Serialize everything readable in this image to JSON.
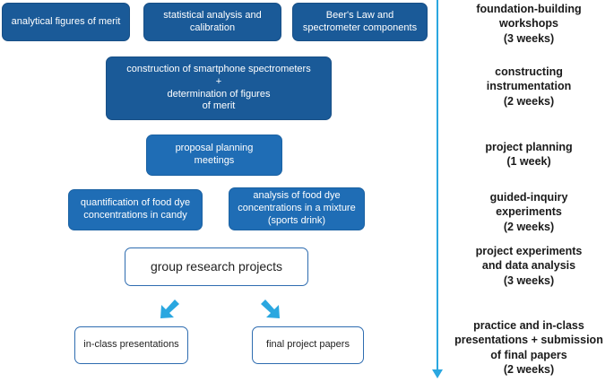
{
  "boxes": {
    "analytical_figures": "analytical figures of merit",
    "statistical_analysis": "statistical analysis and\ncalibration",
    "beers_law": "Beer's Law and\nspectrometer components",
    "construction": "construction of smartphone spectrometers\n+\ndetermination of figures\nof merit",
    "proposal_planning": "proposal planning\nmeetings",
    "quantification": "quantification of food dye\nconcentrations in candy",
    "analysis_mixture": "analysis of food dye\nconcentrations in a mixture\n(sports drink)",
    "group_research": "group research projects",
    "in_class": "in-class presentations",
    "final_papers": "final project papers"
  },
  "phases": [
    "foundation-building\nworkshops\n(3 weeks)",
    "constructing\ninstrumentation\n(2 weeks)",
    "project planning\n(1 week)",
    "guided-inquiry\nexperiments\n(2 weeks)",
    "project experiments\nand data analysis\n(3 weeks)",
    "practice and in-class\npresentations + submission\nof final papers\n(2 weeks)"
  ],
  "colors": {
    "dark_box": "#1a5a98",
    "mid_box": "#1f6db5",
    "timeline": "#2aa7e0",
    "arrow": "#2aa7e0"
  },
  "icons": [
    "down-arrow-icon",
    "timeline-arrow-icon"
  ]
}
